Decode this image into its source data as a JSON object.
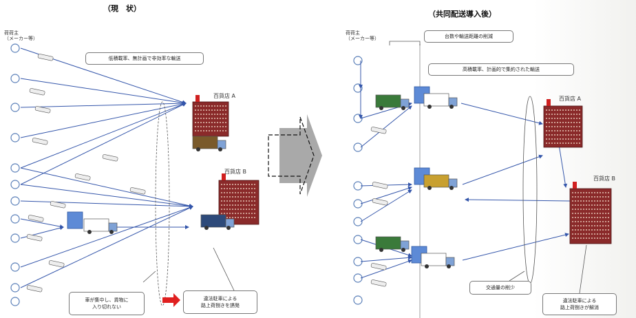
{
  "left_panel": {
    "title": "（現　状）",
    "shipper_label": [
      "荷荷主",
      "（メーカー等）"
    ],
    "note_inefficient": "低積載率、無計画で非効率な輸送",
    "store_a": "百貨店 A",
    "store_b": "百貨店 B",
    "callout_congestion": [
      "車が集中し、貨物に",
      "入り切れない"
    ],
    "callout_parking": [
      "違法駐車による",
      "路上荷捌きを誘発"
    ]
  },
  "right_panel": {
    "title": "（共同配送導入後）",
    "shipper_label": [
      "荷荷主",
      "（メーカー等）"
    ],
    "note_reduction": "台数や輸送距離の削減",
    "note_efficient": "高積載率、計画的で集約された輸送",
    "store_a": "百貨店 A",
    "store_b": "百貨店 B",
    "callout_traffic": "交通量の削少",
    "callout_parking": [
      "違法駐車による",
      "路上荷捌きが解消"
    ]
  },
  "colors": {
    "arrow": "#3355aa",
    "highlight_arrow": "#e02020",
    "building": "#8a2a2a",
    "depot": "#5d8ad6",
    "center_arrow": "#a9a9a9"
  }
}
